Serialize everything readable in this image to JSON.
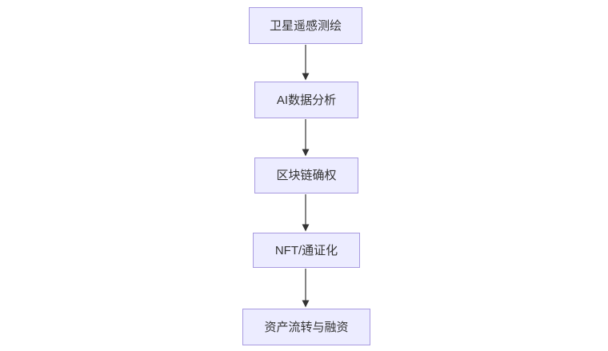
{
  "diagram": {
    "type": "flowchart",
    "direction": "top-down",
    "nodes": [
      {
        "id": "n0",
        "label": "卫星遥感测绘"
      },
      {
        "id": "n1",
        "label": "AI数据分析"
      },
      {
        "id": "n2",
        "label": "区块链确权"
      },
      {
        "id": "n3",
        "label": "NFT/通证化"
      },
      {
        "id": "n4",
        "label": "资产流转与融资"
      }
    ],
    "edges": [
      {
        "from": "n0",
        "to": "n1"
      },
      {
        "from": "n1",
        "to": "n2"
      },
      {
        "from": "n2",
        "to": "n3"
      },
      {
        "from": "n3",
        "to": "n4"
      }
    ],
    "colors": {
      "background": "#ffffff",
      "node_fill": "#ececff",
      "node_border": "#a89ae0",
      "node_text": "#333333",
      "arrow": "#333333"
    }
  }
}
